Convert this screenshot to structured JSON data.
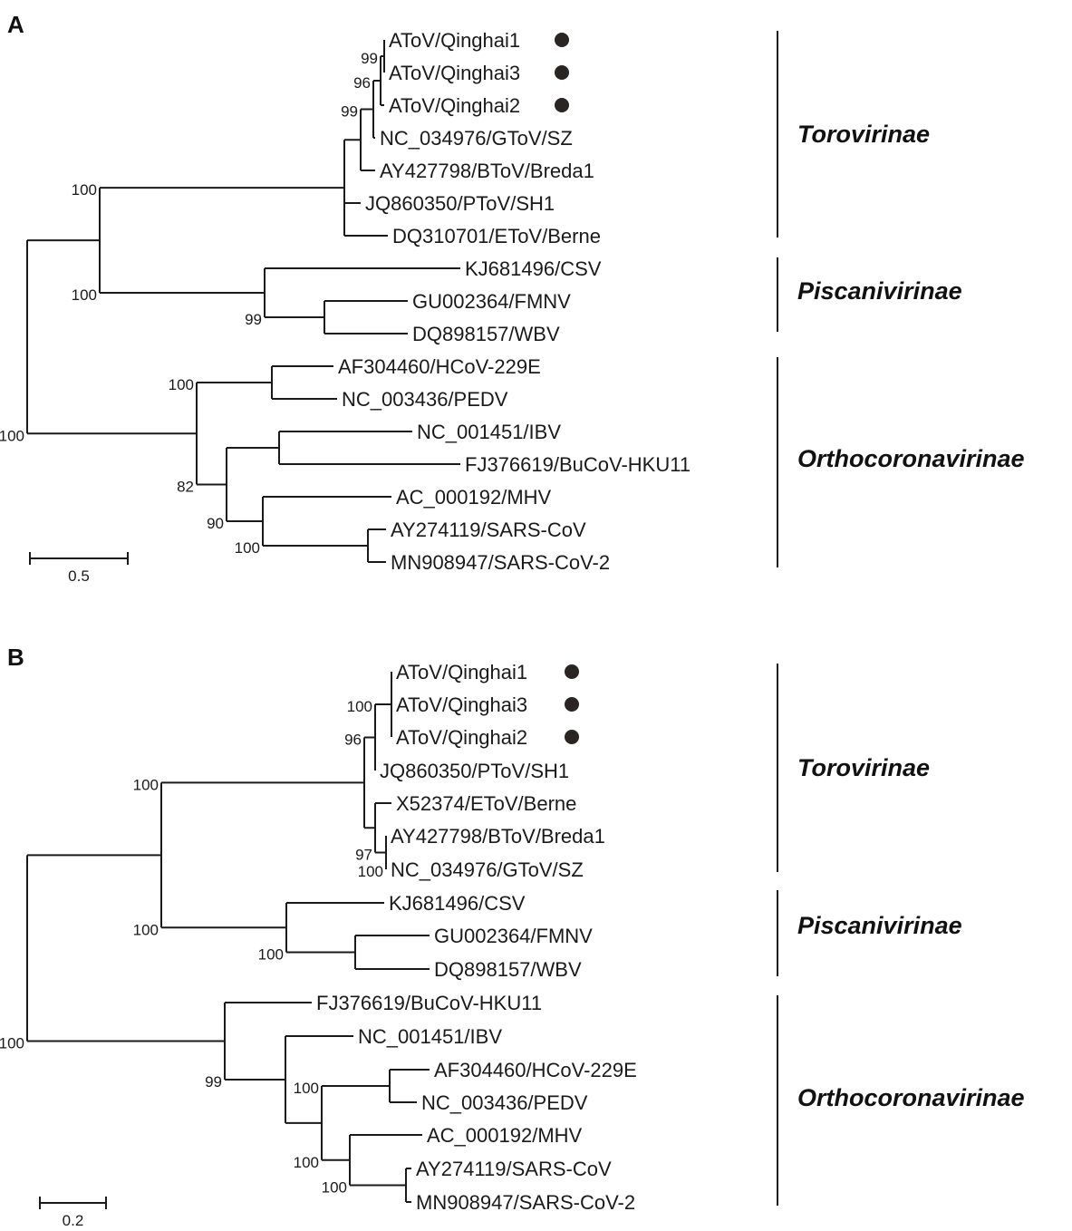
{
  "panels": [
    {
      "letter": "A",
      "scale_label": "0.5",
      "highlight_color": "#2a2522",
      "nodes": [
        {
          "id": "root",
          "parent": null
        },
        {
          "id": "n1",
          "parent": "root"
        },
        {
          "id": "tor",
          "parent": "n1",
          "support": "100"
        },
        {
          "id": "t1",
          "parent": "tor"
        },
        {
          "id": "t2",
          "parent": "t1",
          "support": "99"
        },
        {
          "id": "t3",
          "parent": "t2",
          "support": "96"
        },
        {
          "id": "q1",
          "parent": "t3",
          "support": "99"
        },
        {
          "id": "l_q1",
          "parent": "q1",
          "label": "AToV/Qinghai1",
          "marker": true
        },
        {
          "id": "l_q3",
          "parent": "q1",
          "label": "AToV/Qinghai3",
          "marker": true
        },
        {
          "id": "l_q2",
          "parent": "t3",
          "label": "AToV/Qinghai2",
          "marker": true
        },
        {
          "id": "l_gtov",
          "parent": "t2",
          "label": "NC_034976/GToV/SZ"
        },
        {
          "id": "l_btov",
          "parent": "t1",
          "label": "AY427798/BToV/Breda1"
        },
        {
          "id": "l_ptov",
          "parent": "tor",
          "label": "JQ860350/PToV/SH1"
        },
        {
          "id": "l_etov",
          "parent": "tor",
          "label": "DQ310701/EToV/Berne"
        },
        {
          "id": "pis",
          "parent": "n1",
          "support": "100"
        },
        {
          "id": "l_csv",
          "parent": "pis",
          "label": "KJ681496/CSV"
        },
        {
          "id": "p2",
          "parent": "pis",
          "support": "99"
        },
        {
          "id": "l_fmnv",
          "parent": "p2",
          "label": "GU002364/FMNV"
        },
        {
          "id": "l_wbv",
          "parent": "p2",
          "label": "DQ898157/WBV"
        },
        {
          "id": "orth",
          "parent": "root",
          "support": "100"
        },
        {
          "id": "o1",
          "parent": "orth",
          "support": "100"
        },
        {
          "id": "l_229e",
          "parent": "o1",
          "label": "AF304460/HCoV-229E"
        },
        {
          "id": "l_pedv",
          "parent": "o1",
          "label": "NC_003436/PEDV"
        },
        {
          "id": "o2",
          "parent": "orth",
          "support": "82"
        },
        {
          "id": "o3",
          "parent": "o2"
        },
        {
          "id": "l_ibv",
          "parent": "o3",
          "label": "NC_001451/IBV"
        },
        {
          "id": "l_hku11",
          "parent": "o3",
          "label": "FJ376619/BuCoV-HKU11"
        },
        {
          "id": "o4",
          "parent": "o2",
          "support": "90"
        },
        {
          "id": "l_mhv",
          "parent": "o4",
          "label": "AC_000192/MHV"
        },
        {
          "id": "o5",
          "parent": "o4",
          "support": "100"
        },
        {
          "id": "l_sars",
          "parent": "o5",
          "label": "AY274119/SARS-CoV"
        },
        {
          "id": "l_sars2",
          "parent": "o5",
          "label": "MN908947/SARS-CoV-2"
        }
      ],
      "groups": [
        {
          "name": "Torovirinae"
        },
        {
          "name": "Piscanivirinae"
        },
        {
          "name": "Orthocoronavirinae"
        }
      ]
    },
    {
      "letter": "B",
      "scale_label": "0.2",
      "highlight_color": "#2a2522",
      "nodes": [
        {
          "id": "root",
          "parent": null
        },
        {
          "id": "n1",
          "parent": "root"
        },
        {
          "id": "tor",
          "parent": "n1",
          "support": "100"
        },
        {
          "id": "t1",
          "parent": "tor",
          "support": "96"
        },
        {
          "id": "t2",
          "parent": "t1",
          "support": "100"
        },
        {
          "id": "l_q1",
          "parent": "t2",
          "label": "AToV/Qinghai1",
          "marker": true
        },
        {
          "id": "l_q3",
          "parent": "t2",
          "label": "AToV/Qinghai3",
          "marker": true
        },
        {
          "id": "l_q2",
          "parent": "t2",
          "label": "AToV/Qinghai2",
          "marker": true
        },
        {
          "id": "l_ptov",
          "parent": "t1",
          "label": "JQ860350/PToV/SH1"
        },
        {
          "id": "t4",
          "parent": "tor"
        },
        {
          "id": "l_etov",
          "parent": "t4",
          "label": "X52374/EToV/Berne"
        },
        {
          "id": "t5",
          "parent": "t4",
          "support": "97"
        },
        {
          "id": "l_btov",
          "parent": "t5",
          "label": "AY427798/BToV/Breda1"
        },
        {
          "id": "l_gtov",
          "parent": "t5",
          "label": "NC_034976/GToV/SZ",
          "support": "100"
        },
        {
          "id": "pis",
          "parent": "n1",
          "support": "100"
        },
        {
          "id": "l_csv",
          "parent": "pis",
          "label": "KJ681496/CSV"
        },
        {
          "id": "p2",
          "parent": "pis",
          "support": "100"
        },
        {
          "id": "l_fmnv",
          "parent": "p2",
          "label": "GU002364/FMNV"
        },
        {
          "id": "l_wbv",
          "parent": "p2",
          "label": "DQ898157/WBV"
        },
        {
          "id": "orth",
          "parent": "root",
          "support": "100"
        },
        {
          "id": "l_hku11",
          "parent": "orth",
          "label": "FJ376619/BuCoV-HKU11"
        },
        {
          "id": "o1",
          "parent": "orth",
          "support": "99"
        },
        {
          "id": "l_ibv",
          "parent": "o1",
          "label": "NC_001451/IBV"
        },
        {
          "id": "o2",
          "parent": "o1"
        },
        {
          "id": "o3",
          "parent": "o2",
          "support": "100"
        },
        {
          "id": "l_229e",
          "parent": "o3",
          "label": "AF304460/HCoV-229E"
        },
        {
          "id": "l_pedv",
          "parent": "o3",
          "label": "NC_003436/PEDV"
        },
        {
          "id": "o4",
          "parent": "o2",
          "support": "100"
        },
        {
          "id": "l_mhv",
          "parent": "o4",
          "label": "AC_000192/MHV"
        },
        {
          "id": "o5",
          "parent": "o4",
          "support": "100"
        },
        {
          "id": "l_sars",
          "parent": "o5",
          "label": "AY274119/SARS-CoV"
        },
        {
          "id": "l_sars2",
          "parent": "o5",
          "label": "MN908947/SARS-CoV-2"
        }
      ],
      "groups": [
        {
          "name": "Torovirinae"
        },
        {
          "name": "Piscanivirinae"
        },
        {
          "name": "Orthocoronavirinae"
        }
      ]
    }
  ]
}
